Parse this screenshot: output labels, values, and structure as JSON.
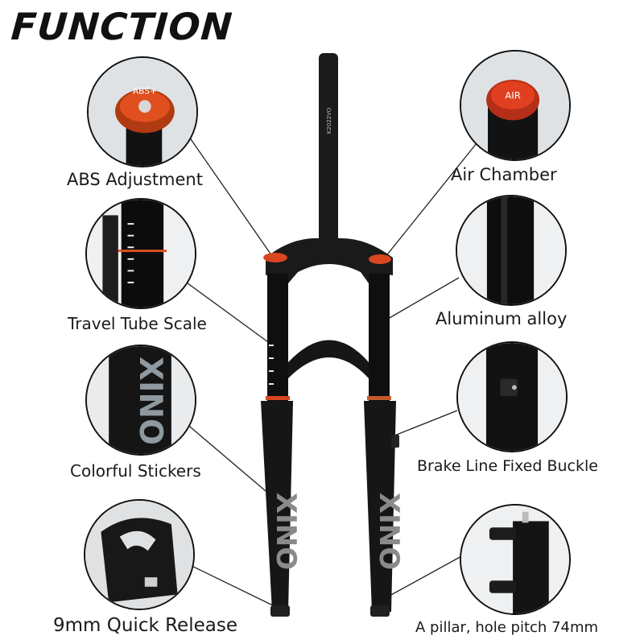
{
  "title": "FUNCTION",
  "labels": {
    "abs": "ABS Adjustment",
    "air": "Air Chamber",
    "travel": "Travel Tube Scale",
    "alloy": "Aluminum alloy",
    "stickers": "Colorful Stickers",
    "buckle": "Brake Line Fixed Buckle",
    "release": "9mm Quick Release",
    "pillar": "A pillar, hole pitch 74mm"
  },
  "marks": {
    "abs_knob": "ABS+",
    "air_cap": "AIR",
    "brand": "XINO",
    "steerer_code": "K2022VO"
  },
  "colors": {
    "accent": "#d9461f",
    "fork_body": "#141414",
    "outline": "#111111"
  }
}
